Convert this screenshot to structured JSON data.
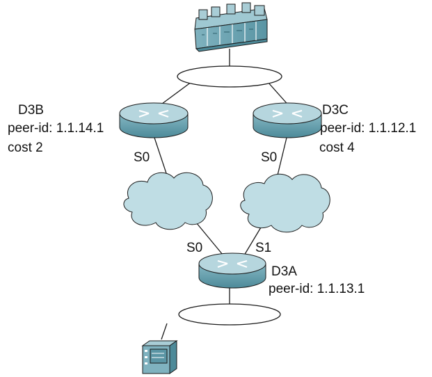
{
  "routers": {
    "d3b": {
      "name": "D3B",
      "peer_id": "peer-id: 1.1.14.1",
      "cost": "cost 2",
      "port_s0": "S0"
    },
    "d3c": {
      "name": "D3C",
      "peer_id": "peer-id: 1.1.12.1",
      "cost": "cost 4",
      "port_s0": "S0"
    },
    "d3a": {
      "name": "D3A",
      "peer_id": "peer-id: 1.1.13.1",
      "port_s0": "S0",
      "port_s1": "S1"
    }
  },
  "colors": {
    "device_top": "#a9cdd6",
    "device_side": "#6fa6b3",
    "cloud_fill": "#bfdde4",
    "outline": "#1a1a1a"
  },
  "icons": [
    "mainframe-icon",
    "router-icon",
    "cloud-icon",
    "lan-segment-icon",
    "host-icon"
  ]
}
